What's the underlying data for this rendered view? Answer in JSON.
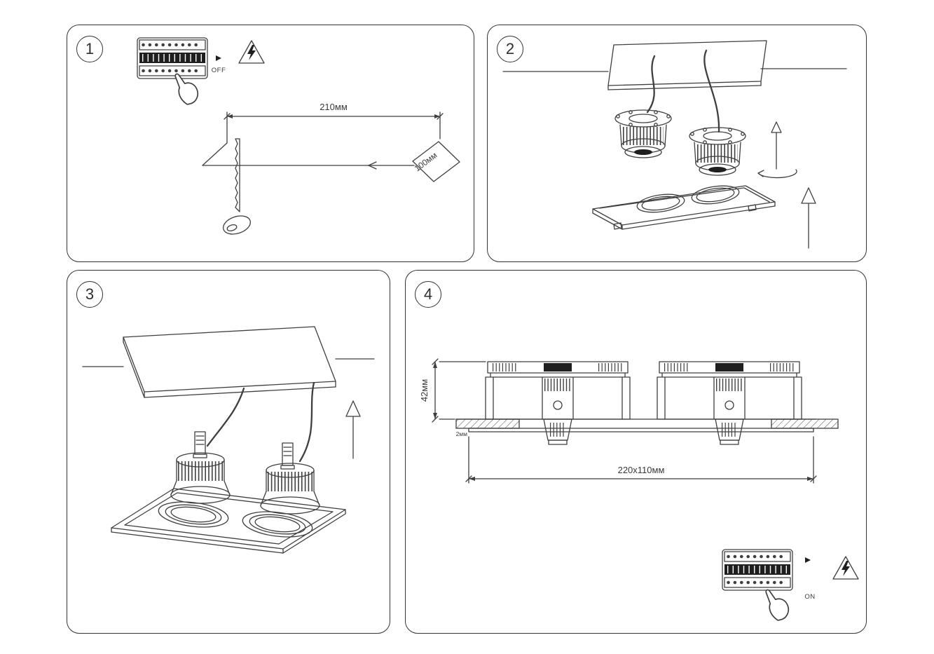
{
  "colors": {
    "line": "#3f3f3f",
    "background": "#ffffff",
    "dark_fill": "#1f1f1f"
  },
  "steps": [
    {
      "number": "1",
      "labels": {
        "breaker_state": "OFF",
        "cut_width": "210мм",
        "cut_depth": "100мм"
      },
      "icons": [
        "circuit-breaker-icon",
        "pointing-hand-icon",
        "high-voltage-warning-icon",
        "keyhole-saw-icon",
        "ceiling-cutout-diagram"
      ]
    },
    {
      "number": "2",
      "icons": [
        "ceiling-panel",
        "power-wires",
        "lamp-module",
        "mounting-frame",
        "rotate-arrow-icon",
        "up-arrow-icon"
      ]
    },
    {
      "number": "3",
      "icons": [
        "ceiling-panel",
        "power-wires",
        "assembled-double-downlight",
        "up-arrow-icon"
      ]
    },
    {
      "number": "4",
      "labels": {
        "recess_height": "42мм",
        "flange_thickness": "2мм",
        "cutout_size": "220x110мм",
        "breaker_state": "ON"
      },
      "icons": [
        "fixture-side-view",
        "ceiling-cross-section",
        "circuit-breaker-icon",
        "pointing-hand-icon",
        "high-voltage-warning-icon"
      ]
    }
  ]
}
